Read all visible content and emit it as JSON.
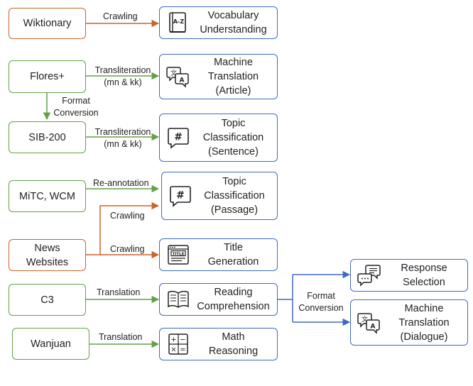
{
  "colors": {
    "orange": "#c9642a",
    "green": "#62a147",
    "blue": "#3e6bbf"
  },
  "sources": {
    "wiktionary": "Wiktionary",
    "flores": "Flores+",
    "sib200": "SIB-200",
    "mitc": "MiTC, WCM",
    "news": "News\nWebsites",
    "c3": "C3",
    "wanjuan": "Wanjuan"
  },
  "tasks": {
    "vocab": "Vocabulary\nUnderstanding",
    "mt_article": "Machine\nTranslation\n(Article)",
    "topic_sentence": "Topic\nClassification\n(Sentence)",
    "topic_passage": "Topic\nClassification\n(Passage)",
    "title_gen": "Title\nGeneration",
    "reading": "Reading\nComprehension",
    "math": "Math\nReasoning",
    "response": "Response\nSelection",
    "mt_dialogue": "Machine\nTranslation\n(Dialogue)"
  },
  "edges": {
    "crawling_wik": "Crawling",
    "translit_flores": "Transliteration\n(mn & kk)",
    "format_flores": "Format\nConversion",
    "translit_sib": "Transliteration\n(mn & kk)",
    "reannotation": "Re-annotation",
    "crawling_news_passage": "Crawling",
    "crawling_news_title": "Crawling",
    "translation_c3": "Translation",
    "translation_wanjuan": "Translation",
    "format_c3": "Format\nConversion"
  },
  "icons": {
    "vocab": "dictionary-icon",
    "mt": "translate-icon",
    "topic": "hashtag-chat-icon",
    "title": "title-document-icon",
    "reading": "open-book-icon",
    "math": "calculator-icon",
    "response": "chat-bubbles-icon"
  }
}
